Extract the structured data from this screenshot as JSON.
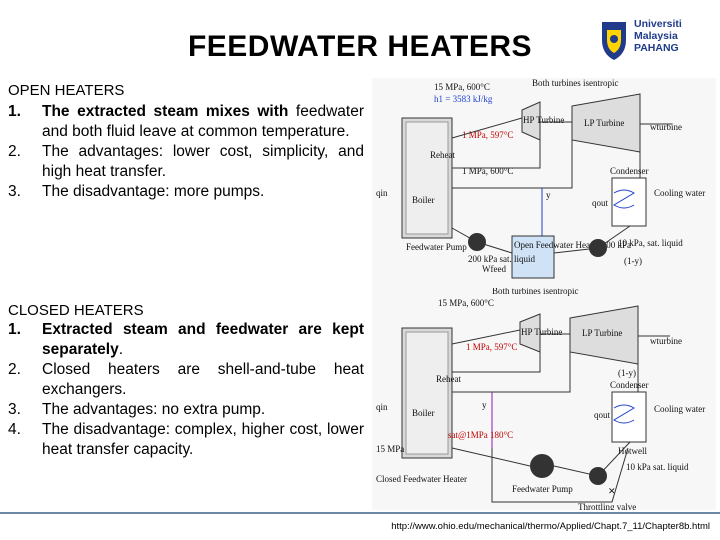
{
  "title": "FEEDWATER HEATERS",
  "logo": {
    "text": "Universiti Malaysia PAHANG"
  },
  "open": {
    "heading": "OPEN HEATERS",
    "items": [
      {
        "num": "1.",
        "text_bold": "The extracted steam mixes with",
        "text_rest": "feedwater and both fluid leave at common temperature."
      },
      {
        "num": "2.",
        "text": "The advantages: lower cost, simplicity, and high heat transfer."
      },
      {
        "num": "3.",
        "text": "The disadvantage: more pumps."
      }
    ]
  },
  "closed": {
    "heading": "CLOSED HEATERS",
    "items": [
      {
        "num": "1.",
        "text_bold": "Extracted steam and feedwater are kept separately",
        "text_rest": "."
      },
      {
        "num": "2.",
        "text": "Closed heaters are shell-and-tube heat exchangers."
      },
      {
        "num": "3.",
        "text": "The advantages: no extra pump."
      },
      {
        "num": "4.",
        "text": "The disadvantage: complex, higher cost, lower heat transfer capacity."
      }
    ]
  },
  "diagram_open": {
    "caption": "Both turbines isentropic",
    "labels": {
      "s1": "15 MPa, 600°C",
      "s1b": "h1 = 3583 kJ/kg",
      "hp": "HP Turbine",
      "lp": "LP Turbine",
      "wturbine": "wturbine",
      "mpa1": "1 MPa, 597°C",
      "reheat": "Reheat",
      "reheat2": "1 MPa, 600°C",
      "boiler": "Boiler",
      "qin": "qin",
      "feedwater": "Feedwater Pump",
      "condenser": "Condenser",
      "cooling": "Cooling water",
      "qout": "qout",
      "open_heater": "Open Feedwater Heater 200 kPa",
      "wpump": "Wfeed",
      "sat_liq": "10 kPa, sat. liquid",
      "kpa200": "200 kPa sat. liquid",
      "y": "y",
      "oney": "(1-y)"
    }
  },
  "diagram_closed": {
    "caption": "Both turbines isentropic",
    "labels": {
      "s1": "15 MPa, 600°C",
      "hp": "HP Turbine",
      "lp": "LP Turbine",
      "wturbine": "wturbine",
      "mpa1": "1 MPa, 597°C",
      "reheat": "Reheat",
      "boiler": "Boiler",
      "qin": "qin",
      "condenser": "Condenser",
      "cooling": "Cooling water",
      "qout": "qout",
      "hotwell": "Hotwell",
      "closed_heater": "Closed Feedwater Heater",
      "pump": "Feedwater Pump",
      "throttle": "Throttling valve",
      "sat": "sat@1MPa 180°C",
      "sat_liq": "10 kPa sat. liquid",
      "mpa15": "15 MPa",
      "y": "y",
      "oney": "(1-y)"
    }
  },
  "url": "http://www.ohio.edu/mechanical/thermo/Applied/Chapt.7_11/Chapter8b.html"
}
